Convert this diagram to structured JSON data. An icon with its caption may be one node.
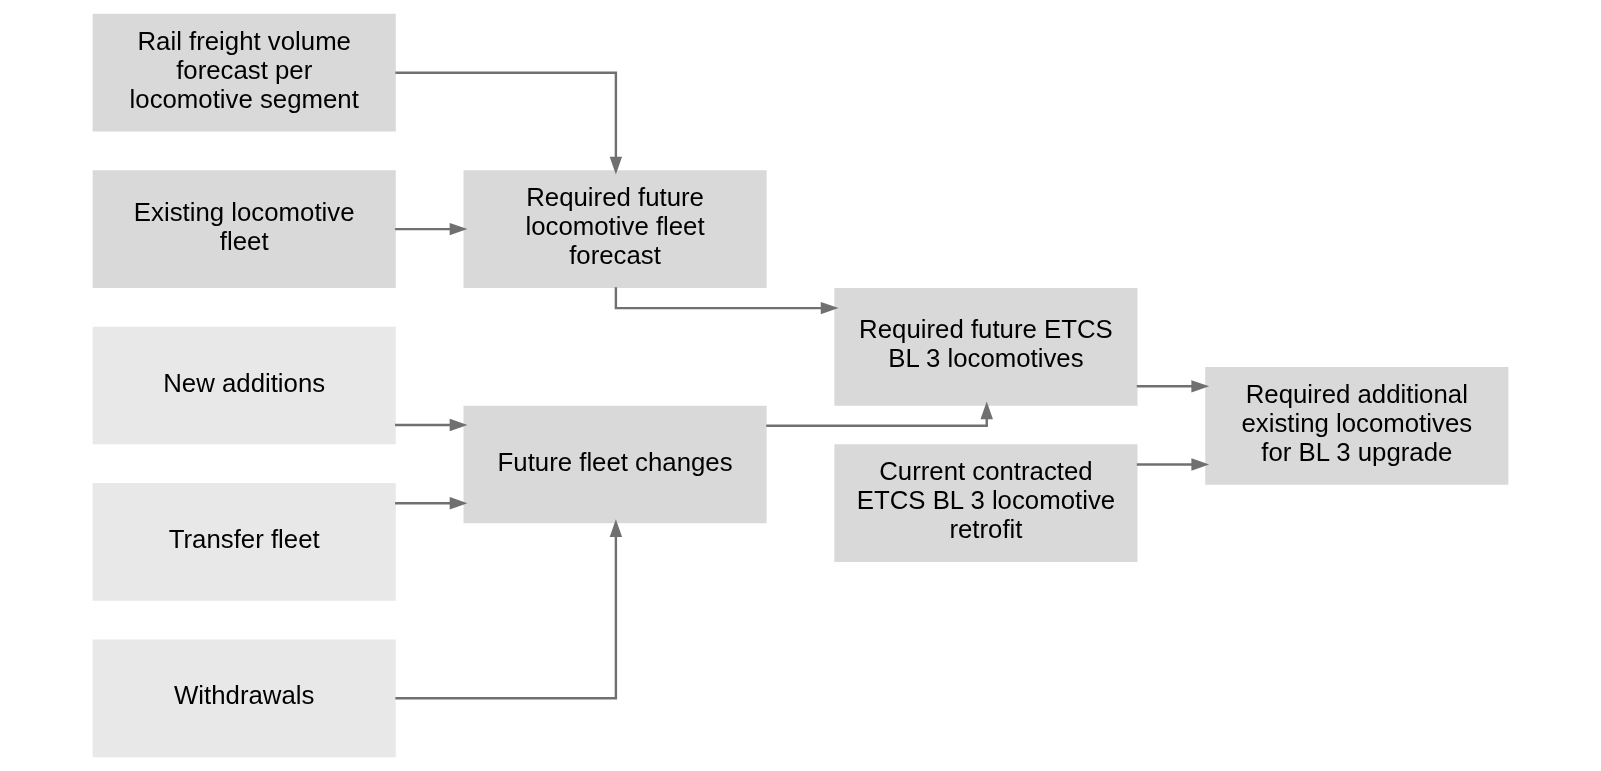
{
  "diagram": {
    "nodes": [
      {
        "text": [
          "Rail freight volume forecast per locomotive segment"
        ]
      },
      {
        "text": [
          "Existing locomotive fleet"
        ]
      },
      {
        "text": [
          "Required future locomotive fleet forecast"
        ]
      },
      {
        "text": [
          "Future fleet changes"
        ]
      },
      {
        "text": [
          "New additions"
        ]
      },
      {
        "text": [
          "Transfer fleet"
        ]
      },
      {
        "text": [
          "Withdrawals"
        ]
      },
      {
        "text": [
          "Required future ETCS BL 3 locomotives"
        ]
      },
      {
        "text": [
          "Current contracted ETCS BL 3 locomotive retrofit"
        ]
      },
      {
        "text": [
          "Required additional existing locomotives for BL 3 upgrade"
        ]
      }
    ],
    "edges": [
      {
        "from": 0,
        "to": 2,
        "arrow": "to"
      },
      {
        "from": 1,
        "to": 2,
        "arrow": "to"
      },
      {
        "from": 4,
        "to": 3,
        "arrow": "to"
      },
      {
        "from": 5,
        "to": 3,
        "arrow": "to"
      },
      {
        "from": 6,
        "to": 3,
        "arrow": "to"
      },
      {
        "from": 2,
        "to": 7,
        "arrow": "to"
      },
      {
        "from": 3,
        "to": 7,
        "arrow": "to"
      },
      {
        "from": 7,
        "to": 9,
        "arrow": "to"
      },
      {
        "from": 8,
        "to": 9,
        "arrow": "to"
      }
    ]
  }
}
